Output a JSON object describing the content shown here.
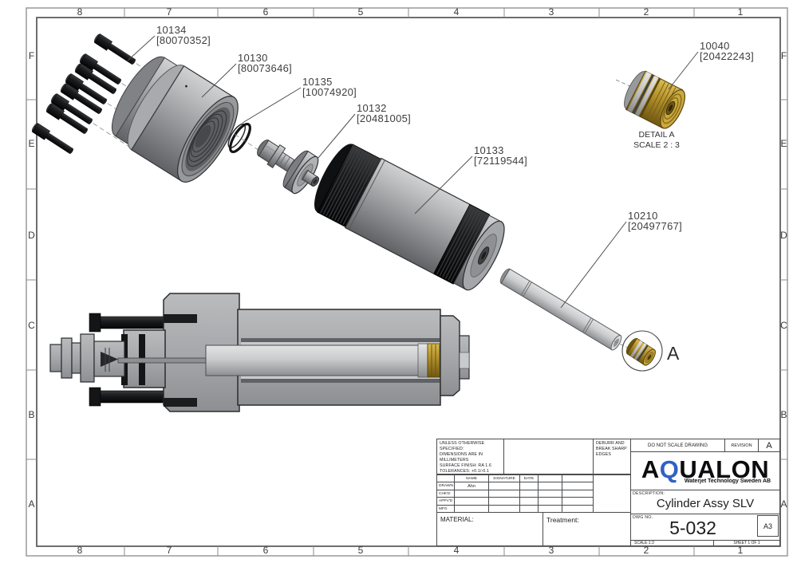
{
  "sheet": {
    "cols": [
      "8",
      "7",
      "6",
      "5",
      "4",
      "3",
      "2",
      "1"
    ],
    "rows": [
      "F",
      "E",
      "D",
      "C",
      "B",
      "A"
    ]
  },
  "callouts": {
    "c10134": {
      "no": "10134",
      "ref": "[80070352]"
    },
    "c10130": {
      "no": "10130",
      "ref": "[80073646]"
    },
    "c10135": {
      "no": "10135",
      "ref": "[10074920]"
    },
    "c10132": {
      "no": "10132",
      "ref": "[20481005]"
    },
    "c10133": {
      "no": "10133",
      "ref": "[72119544]"
    },
    "c10040": {
      "no": "10040",
      "ref": "[20422243]"
    },
    "c10210": {
      "no": "10210",
      "ref": "[20497767]"
    }
  },
  "detail_view": {
    "title": "DETAIL A",
    "scale": "SCALE 2 : 3"
  },
  "detail_marker": {
    "label": "A"
  },
  "title_block": {
    "spec": {
      "l1": "UNLESS OTHERWISE SPECIFIED:",
      "l2": "DIMENSIONS ARE IN MILLIMETERS",
      "l3": "SURFACE FINISH: RA 1.6",
      "l4": "TOLERANCES: +0.1/-0.1"
    },
    "deburr": {
      "l1": "DEBURR AND",
      "l2": "BREAK SHARP",
      "l3": "EDGES"
    },
    "do_not_scale": "DO NOT SCALE DRAWING",
    "revision_label": "REVISION",
    "revision_value": "A",
    "logo": {
      "pre": "A",
      "q": "Q",
      "post": "UALON",
      "tagline": "Waterjet Technology Sweden AB"
    },
    "table": {
      "name_h": "NAME",
      "sig_h": "SIGNATURE",
      "date_h": "DATE",
      "drawn": "DRAWN",
      "drawn_name": "Ahn",
      "chkd": "CHK'D",
      "appvd": "APPV'D",
      "mfg": "MFG"
    },
    "material_label": "MATERIAL:",
    "treatment_label": "Treatment:",
    "description_label": "DESCRIPTION:",
    "description_value": "Cylinder Assy SLV",
    "dwg_label": "DWG NO.",
    "dwg_value": "5-032",
    "paper_size": "A3",
    "scale_text": "SCALE:1:3",
    "sheet_text": "SHEET 1 OF 1"
  },
  "colors": {
    "accent_blue": "#2f62c4",
    "brass": "#b5922c",
    "metal": "#a6a8ab"
  }
}
